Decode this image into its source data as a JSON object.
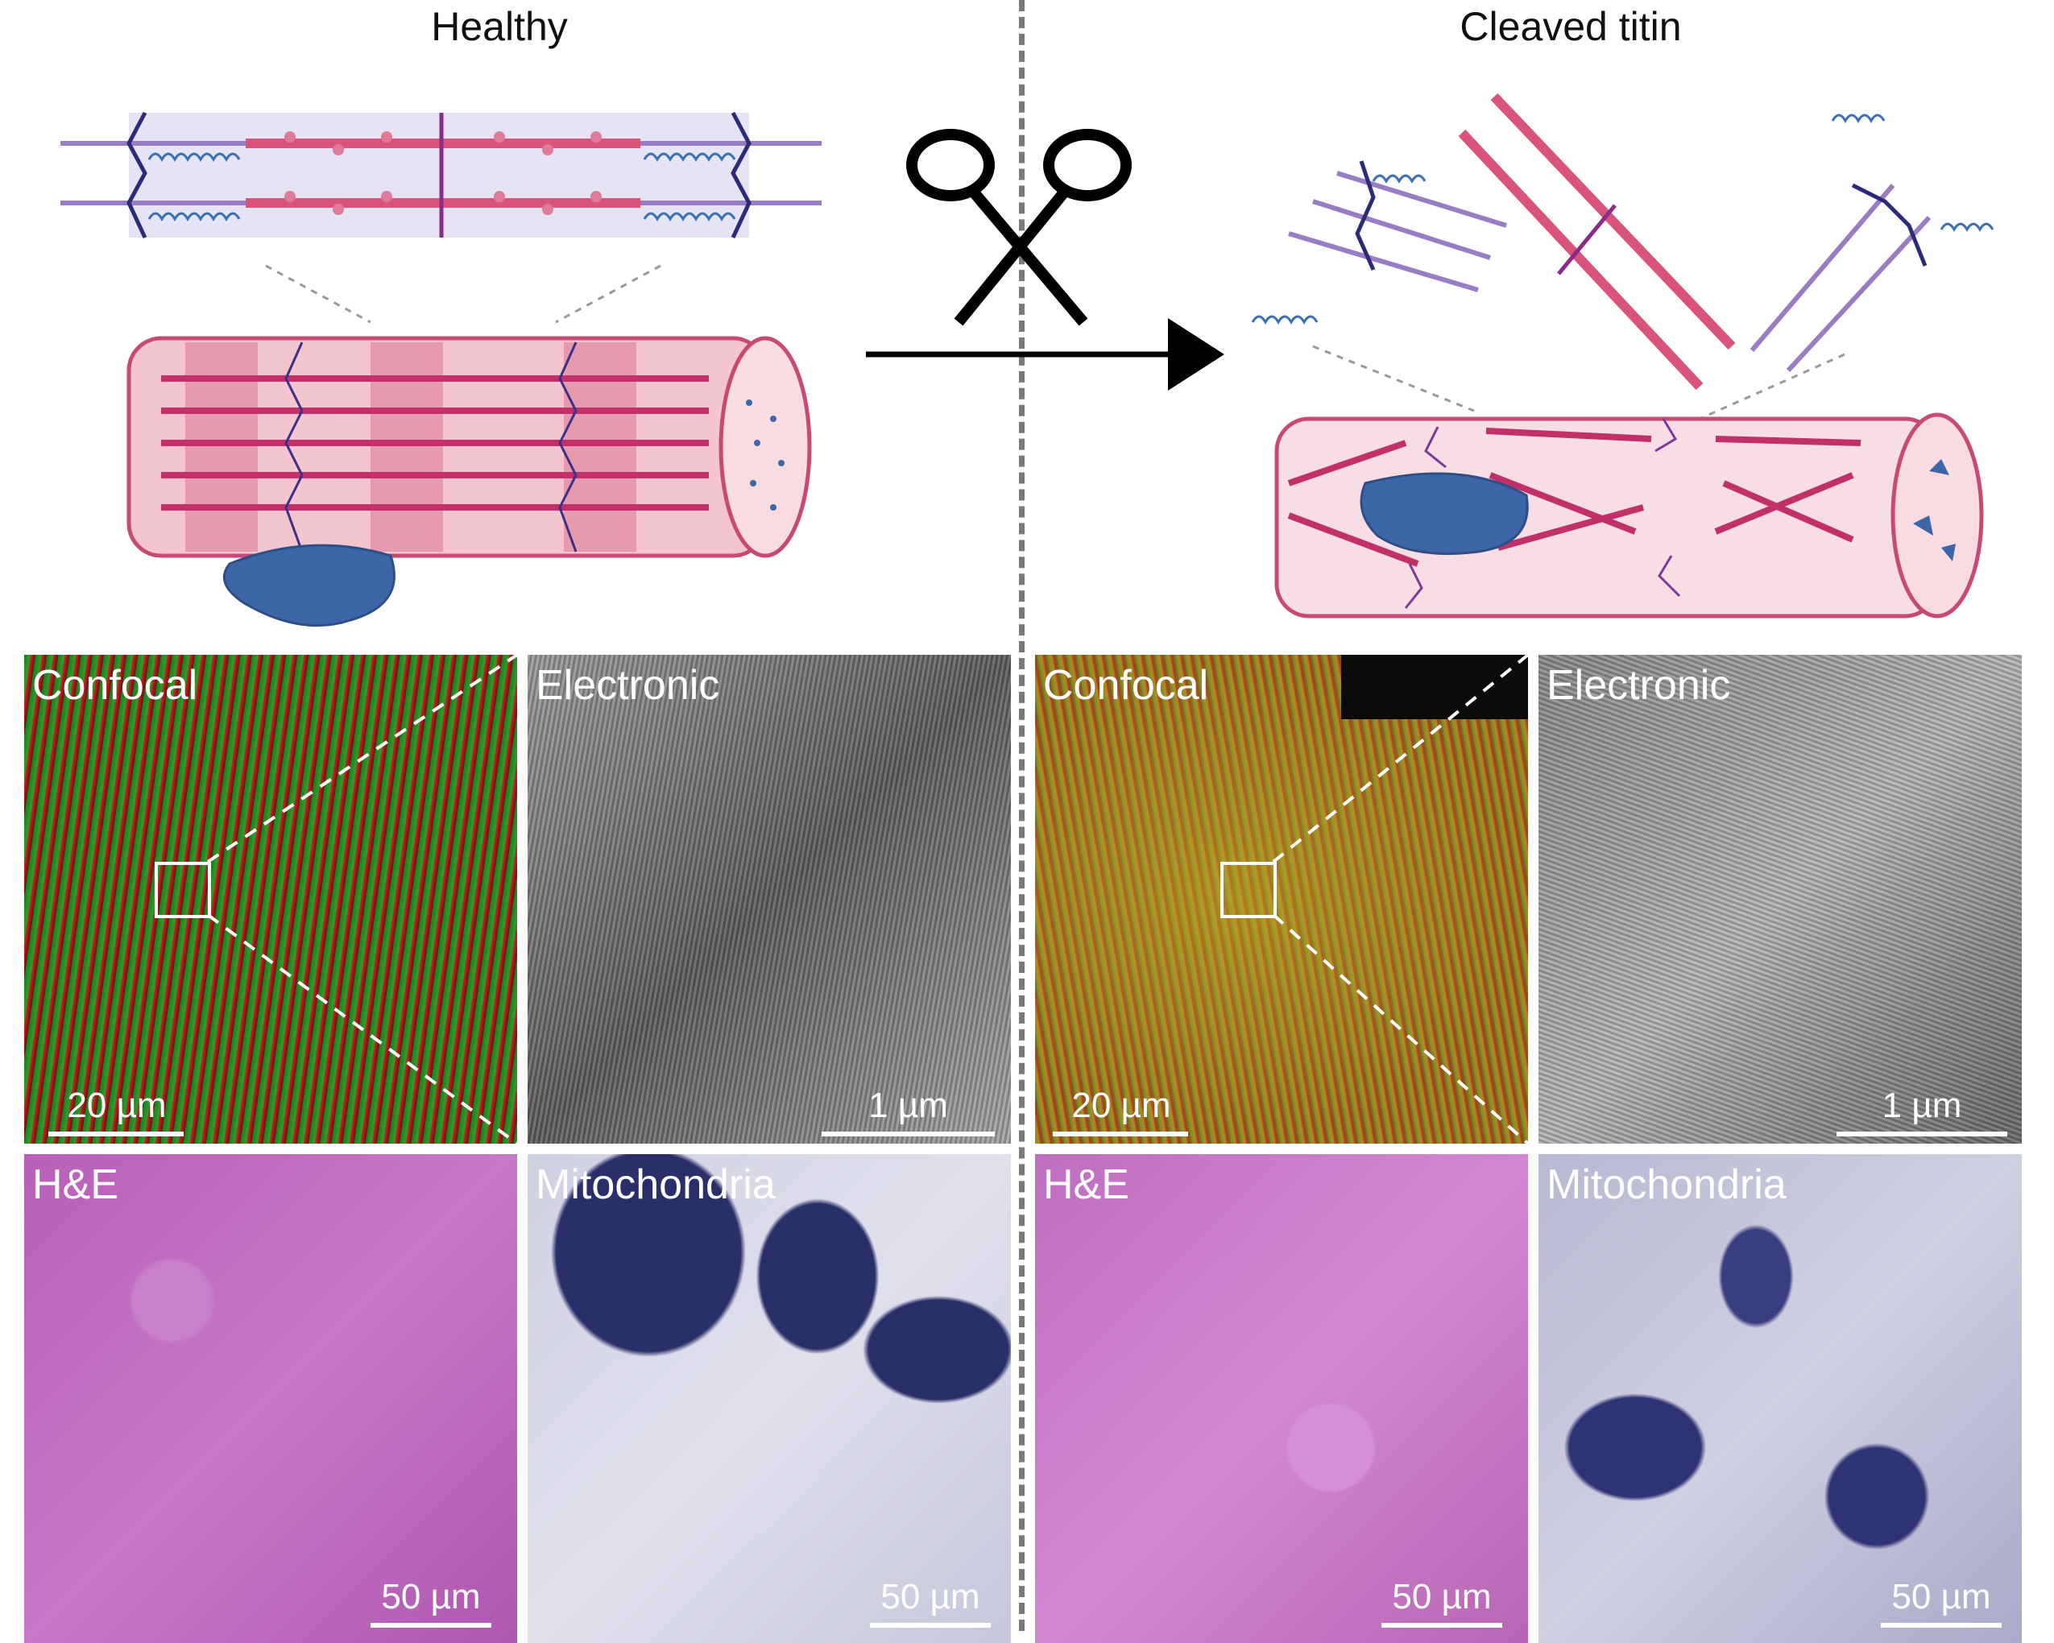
{
  "headers": {
    "healthy": "Healthy",
    "cleaved": "Cleaved titin"
  },
  "colors": {
    "sarcomere_pink": "#e8a3b3",
    "myosin_red": "#c2306a",
    "titin_navy": "#3b2f8a",
    "nucleus_blue": "#3d66a8",
    "divider_gray": "#7a7a7a"
  },
  "icons": {
    "scissors": "scissors-icon",
    "arrow": "right-arrow-icon"
  },
  "panels": {
    "healthy_confocal": {
      "label": "Confocal",
      "scale": "20 µm"
    },
    "healthy_em": {
      "label": "Electronic",
      "scale": "1 µm"
    },
    "cleaved_confocal": {
      "label": "Confocal",
      "scale": "20 µm"
    },
    "cleaved_em": {
      "label": "Electronic",
      "scale": "1 µm"
    },
    "healthy_he": {
      "label": "H&E",
      "scale": "50 µm"
    },
    "healthy_mito": {
      "label": "Mitochondria",
      "scale": "50 µm"
    },
    "cleaved_he": {
      "label": "H&E",
      "scale": "50 µm"
    },
    "cleaved_mito": {
      "label": "Mitochondria",
      "scale": "50 µm"
    }
  }
}
